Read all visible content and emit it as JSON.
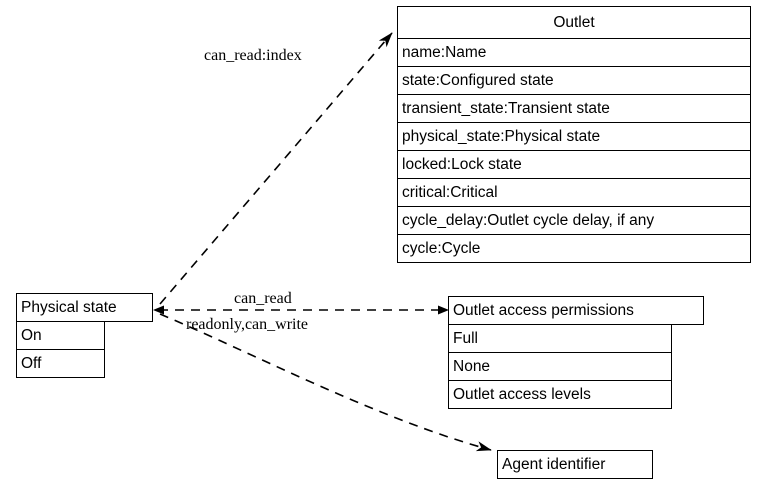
{
  "diagram": {
    "type": "uml-class-diagram",
    "background": "#ffffff",
    "line_color": "#000000",
    "text_color": "#000000",
    "nodes": [
      {
        "id": "outlet",
        "title": "Outlet",
        "title_align": "center",
        "rows": [
          "name:Name",
          "state:Configured state",
          "transient_state:Transient state",
          "physical_state:Physical state",
          "locked:Lock state",
          "critical:Critical",
          "cycle_delay:Outlet cycle delay, if any",
          "cycle:Cycle"
        ]
      },
      {
        "id": "physical-state",
        "title": "Physical state",
        "title_align": "left",
        "rows": [
          "On",
          "Off"
        ]
      },
      {
        "id": "outlet-access-permissions",
        "title": "Outlet access permissions",
        "title_align": "left",
        "rows": [
          "Full",
          "None",
          "Outlet access levels"
        ]
      },
      {
        "id": "agent-identifier",
        "title": "Agent identifier",
        "title_align": "left",
        "rows": []
      }
    ],
    "edges": [
      {
        "id": "edge-can-read-index",
        "label": "can_read:index",
        "from": "physical-state",
        "to": "outlet",
        "style": "dashed",
        "arrow": "to"
      },
      {
        "id": "edge-can-read",
        "label": "can_read",
        "from": "outlet-access-permissions",
        "to": "physical-state",
        "style": "dashed",
        "arrow": "both"
      },
      {
        "id": "edge-readonly-can-write",
        "label": "readonly,can_write",
        "from": "physical-state",
        "to": "agent-identifier",
        "style": "dashed",
        "arrow": "to"
      }
    ]
  }
}
